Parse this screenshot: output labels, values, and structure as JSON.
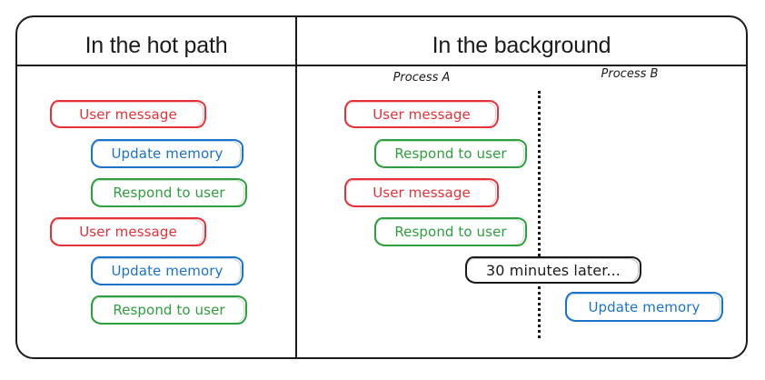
{
  "diagram": {
    "title_hot_path": "In the hot path",
    "title_background": "In the background",
    "process_a_label": "Process A",
    "process_b_label": "Process B",
    "note": "30 minutes later...",
    "colors": {
      "red": "#e53238",
      "blue": "#1a73c8",
      "green": "#2e9e3e",
      "black": "#1b1b1b",
      "background": "#ffffff"
    },
    "hot_path_nodes": [
      {
        "label": "User message",
        "color": "red"
      },
      {
        "label": "Update memory",
        "color": "blue"
      },
      {
        "label": "Respond to user",
        "color": "green"
      },
      {
        "label": "User message",
        "color": "red"
      },
      {
        "label": "Update memory",
        "color": "blue"
      },
      {
        "label": "Respond to user",
        "color": "green"
      }
    ],
    "process_a_nodes": [
      {
        "label": "User message",
        "color": "red"
      },
      {
        "label": "Respond to user",
        "color": "green"
      },
      {
        "label": "User message",
        "color": "red"
      },
      {
        "label": "Respond to user",
        "color": "green"
      }
    ],
    "process_b_nodes": [
      {
        "label": "Update memory",
        "color": "blue"
      }
    ]
  }
}
